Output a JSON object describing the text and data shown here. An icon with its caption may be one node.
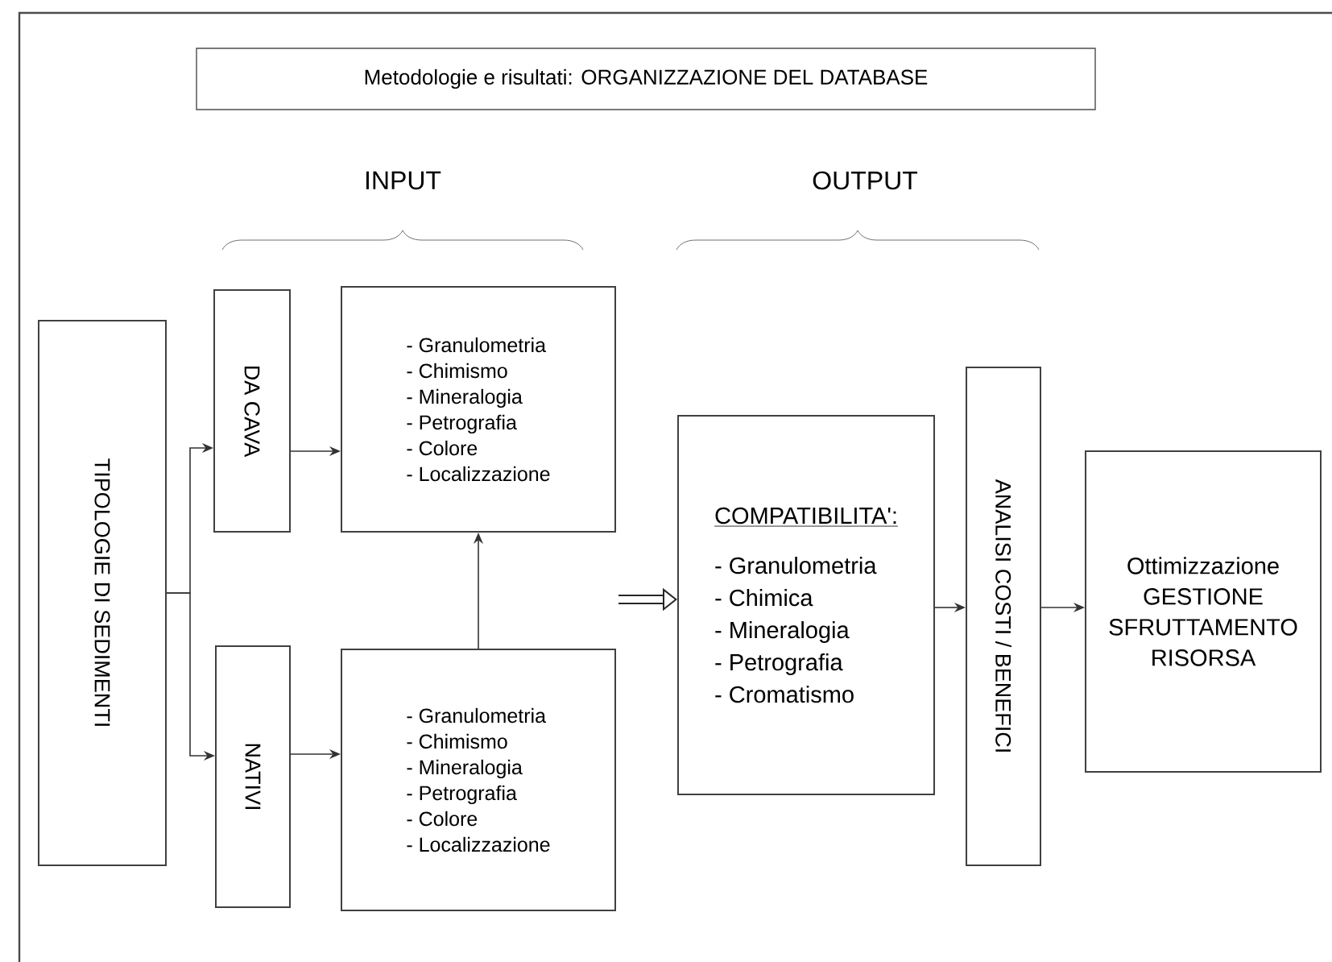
{
  "diagram": {
    "title": "Metodologie e risultati: ORGANIZZAZIONE DEL DATABASE",
    "nodes": [
      {
        "text": [
          "TIPOLOGIE DI SEDIMENTI"
        ]
      },
      {
        "text": [
          "DA CAVA"
        ]
      },
      {
        "text": [
          "- Granulometria",
          "- Chimismo",
          "- Mineralogia",
          "- Petrografia",
          "- Colore",
          "- Localizzazione"
        ]
      },
      {
        "text": [
          "NATIVI"
        ]
      },
      {
        "text": [
          "- Granulometria",
          "- Chimismo",
          "- Mineralogia",
          "- Petrografia",
          "- Colore",
          "- Localizzazione"
        ]
      },
      {
        "text": [
          "COMPATIBILITA':",
          "- Granulometria",
          "- Chimica",
          "- Mineralogia",
          "- Petrografia",
          "- Cromatismo"
        ]
      },
      {
        "text": [
          "ANALISI  COSTI / BENEFICI"
        ]
      },
      {
        "text": [
          "Ottimizzazione GESTIONE SFRUTTAMENTO RISORSA"
        ]
      }
    ],
    "edges": [
      {
        "from": 0,
        "to": 1,
        "arrow": "to"
      },
      {
        "from": 0,
        "to": 3,
        "arrow": "to"
      },
      {
        "from": 1,
        "to": 2,
        "arrow": "to"
      },
      {
        "from": 3,
        "to": 4,
        "arrow": "to"
      },
      {
        "from": 4,
        "to": 2,
        "arrow": "to"
      },
      {
        "from": null,
        "to": 5,
        "arrow": "to",
        "style": "thick"
      },
      {
        "from": 5,
        "to": 6,
        "arrow": "to"
      },
      {
        "from": 6,
        "to": 7,
        "arrow": "to"
      }
    ],
    "labels": [
      "INPUT",
      "OUTPUT"
    ]
  }
}
